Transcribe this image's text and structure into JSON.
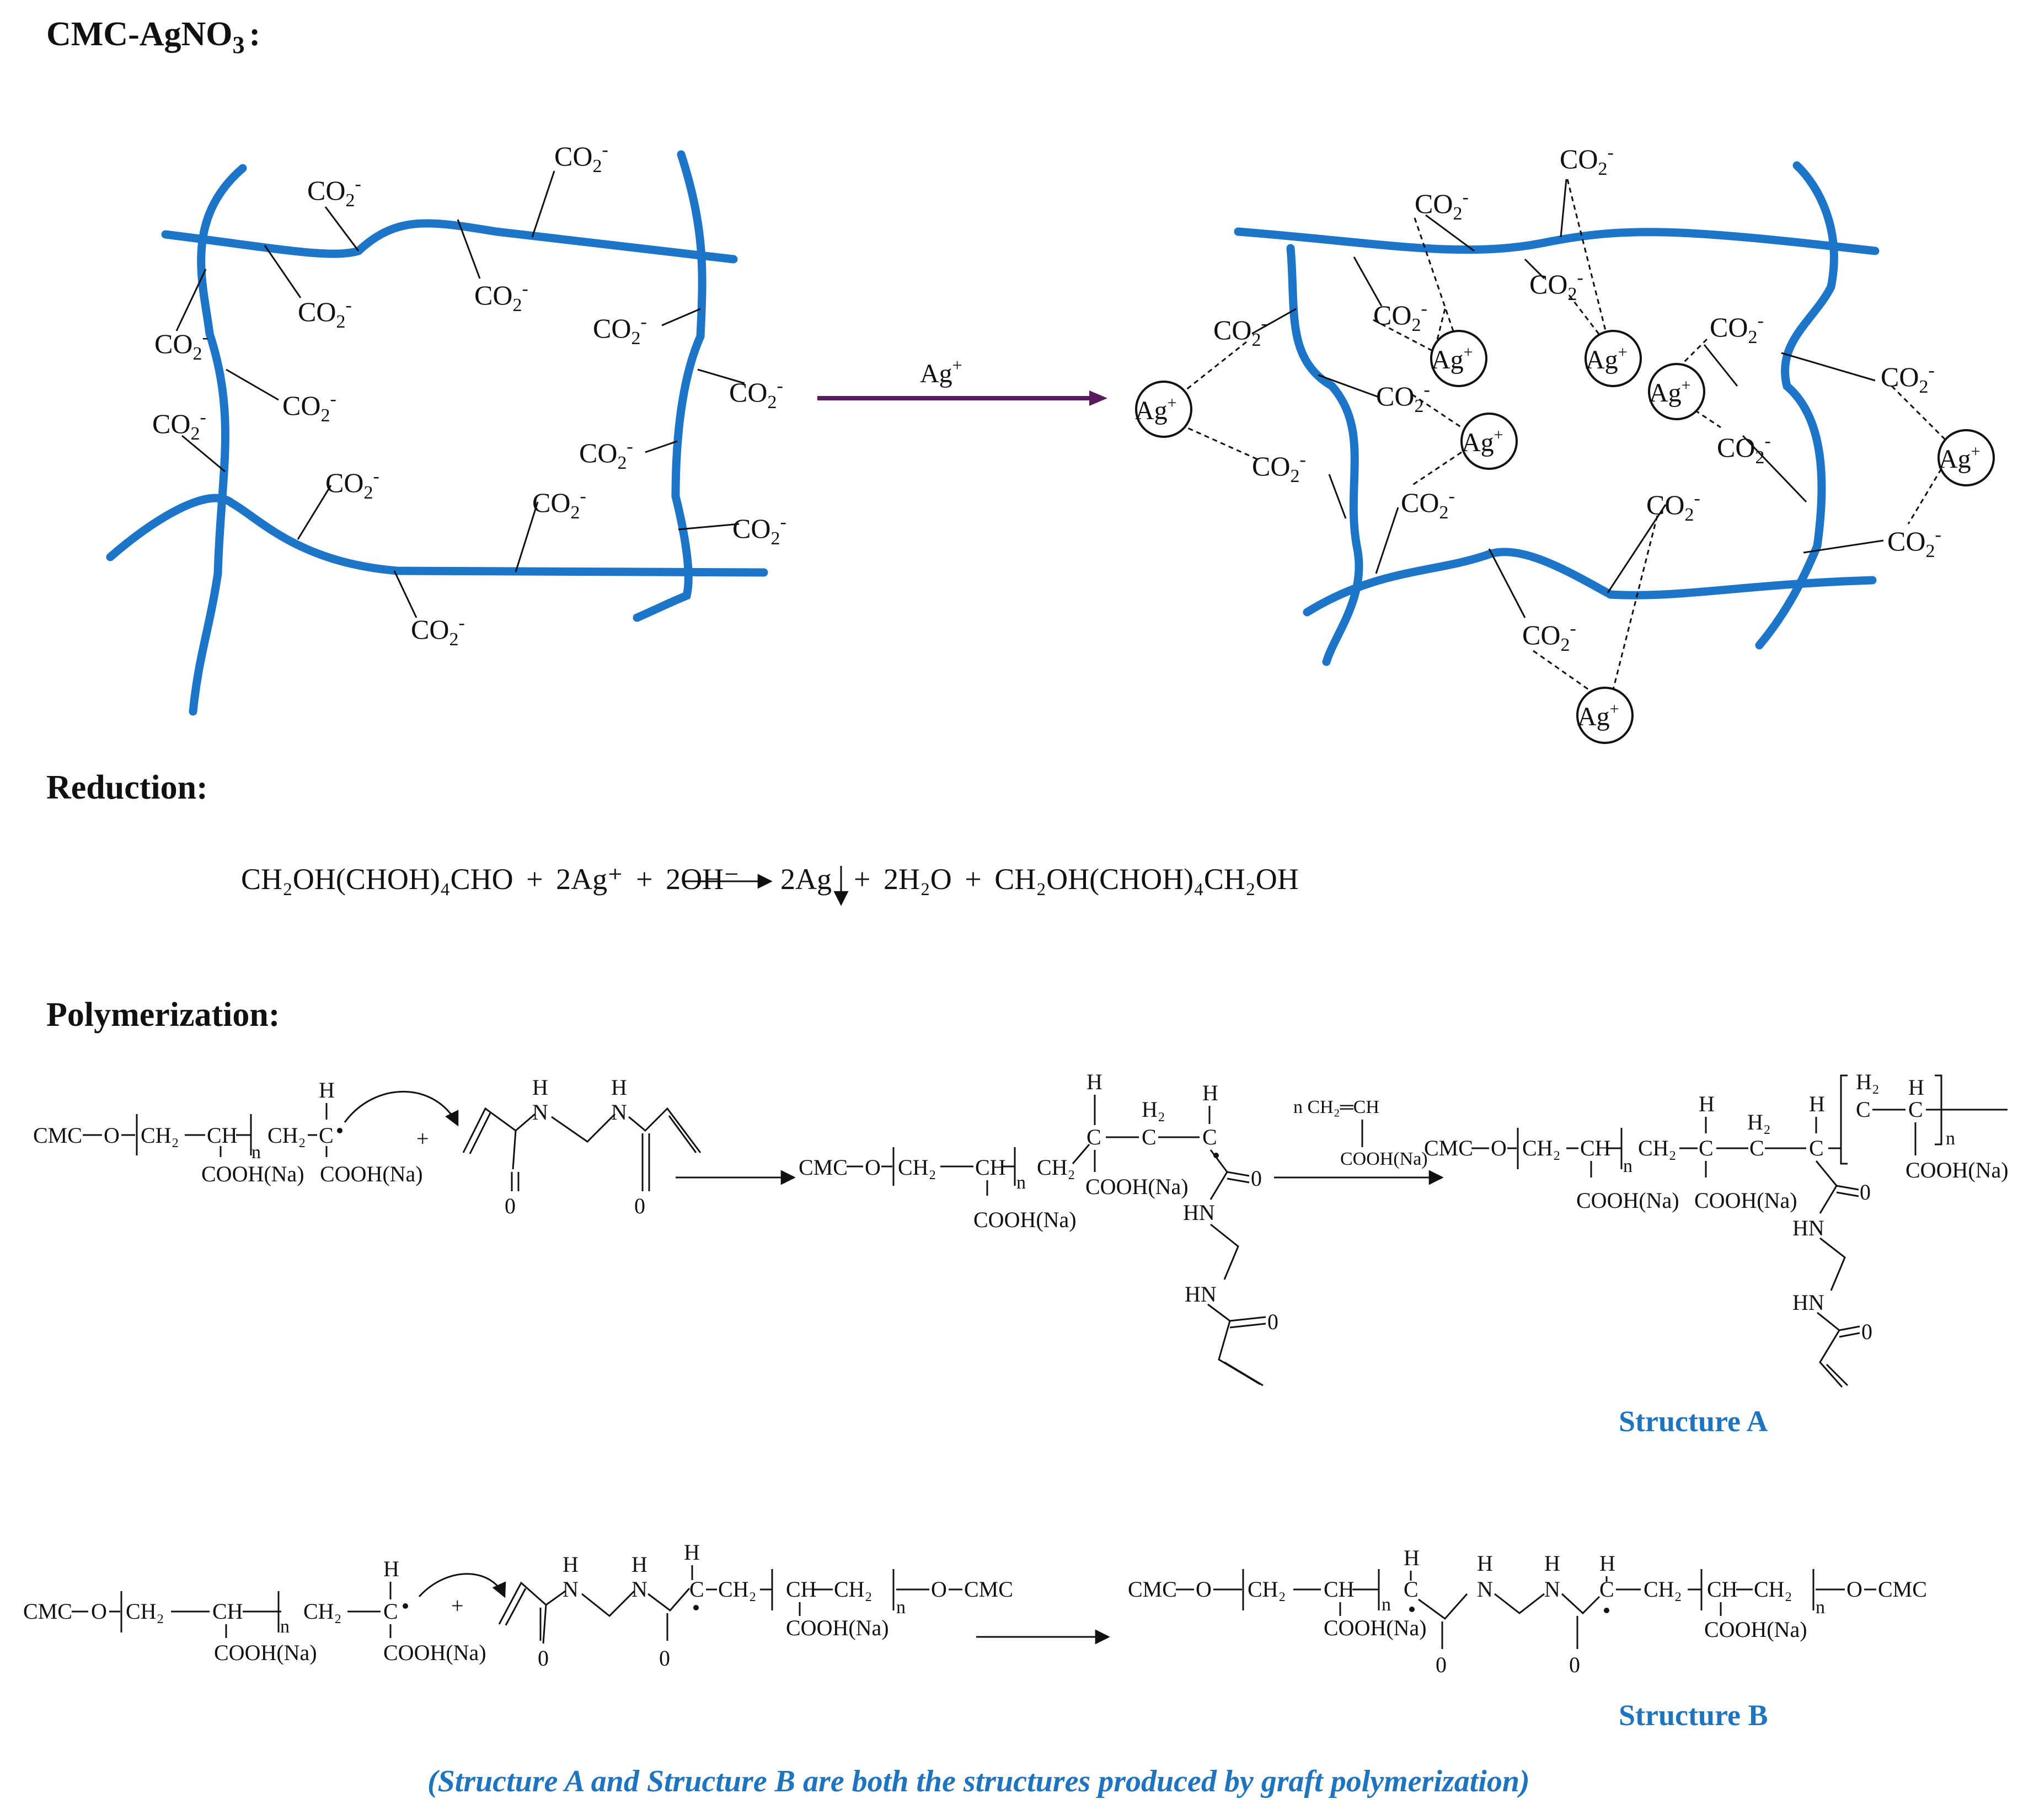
{
  "headings": {
    "cmc_agno3": "CMC-AgNO",
    "cmc_agno3_sub": "3",
    "cmc_agno3_colon": ":",
    "reduction": "Reduction:",
    "polymerization": "Polymerization:"
  },
  "species": {
    "co2": "CO",
    "co2_sub": "2",
    "co2_sup": "-",
    "ag": "Ag",
    "ag_sup": "+"
  },
  "reduction_equation": {
    "reactant_1": "CH₂OH(CHOH)₄CHO",
    "plus_1": "+",
    "reactant_2": "2Ag⁺",
    "plus_2": "+",
    "reactant_3": "2OH⁻",
    "product_1": "2Ag",
    "plus_3": "+",
    "product_2": "2H₂O",
    "plus_4": "+",
    "product_3": "CH₂OH(CHOH)₄CH₂OH"
  },
  "chem_labels": {
    "cmc": "CMC",
    "o": "O",
    "o_zero": "0",
    "ch2": "CH₂",
    "ch": "CH",
    "c": "C",
    "h": "H",
    "h2": "H₂",
    "n": "n",
    "N": "N",
    "hn": "HN",
    "cooh_na": "COOH(Na)",
    "plus": "+",
    "n_ch2_ch": "n CH₂═CH"
  },
  "labels": {
    "structure_a": "Structure A",
    "structure_b": "Structure B",
    "caption": "(Structure A and Structure B are both the structures produced by graft polymerization)"
  },
  "colors": {
    "network_blue": "#1c75c8",
    "label_blue": "#1f74c0",
    "arrow_purple": "#5a1a5e"
  }
}
